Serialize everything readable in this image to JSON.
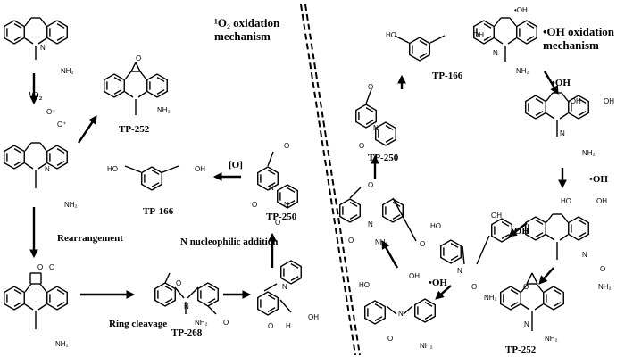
{
  "titles": {
    "singlet_oxygen": [
      "¹O₂ oxidation",
      "mechanism"
    ],
    "hydroxyl": [
      "•OH oxidation",
      "mechanism"
    ]
  },
  "products": {
    "tp252_left": "TP-252",
    "tp166_left": "TP-166",
    "tp250_left": "TP-250",
    "tp268": "TP-268",
    "tp166_right": "TP-166",
    "tp250_right": "TP-250",
    "tp252_right": "TP-252"
  },
  "conditions": {
    "o2": "¹O₂",
    "rearrangement": "Rearrangement",
    "ring_cleavage": "Ring cleavage",
    "n_nucleophilic": "N nucleophilic addition",
    "oxidant": "[O]",
    "oh1": "•OH",
    "oh2": "•OH",
    "oh3": "•OH",
    "oh4": "•OH"
  },
  "atoms": {
    "n": "N",
    "nh2": "NH₂",
    "o": "O",
    "o_minus": "O⁻",
    "o_plus": "O⁺",
    "oh": "OH",
    "ho": "HO",
    "h": "H",
    "oh_rad": "•OH"
  }
}
